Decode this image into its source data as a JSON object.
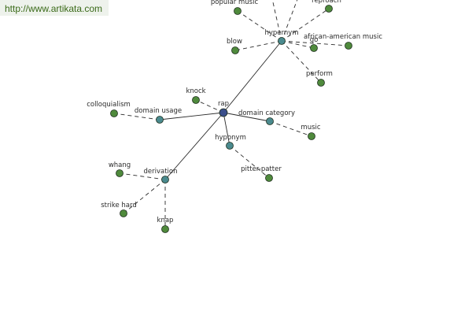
{
  "watermark": {
    "text": "http://www.artikata.com"
  },
  "graph": {
    "center": "rap",
    "nodes": [
      {
        "id": "rap",
        "label": "rap",
        "kind": "center"
      },
      {
        "id": "hypernym",
        "label": "hypernym",
        "kind": "relation"
      },
      {
        "id": "domain-usage",
        "label": "domain usage",
        "kind": "relation"
      },
      {
        "id": "domain-category",
        "label": "domain category",
        "kind": "relation"
      },
      {
        "id": "hyponym",
        "label": "hyponym",
        "kind": "relation"
      },
      {
        "id": "derivation",
        "label": "derivation",
        "kind": "relation"
      },
      {
        "id": "knock",
        "label": "knock",
        "kind": "word"
      },
      {
        "id": "popular-music",
        "label": "popular music",
        "kind": "word"
      },
      {
        "id": "reproach",
        "label": "reproach",
        "kind": "word"
      },
      {
        "id": "blow",
        "label": "blow",
        "kind": "word"
      },
      {
        "id": "go",
        "label": "go",
        "kind": "word"
      },
      {
        "id": "african-american-music",
        "label": "african-american music",
        "kind": "word"
      },
      {
        "id": "perform",
        "label": "perform",
        "kind": "word"
      },
      {
        "id": "colloquialism",
        "label": "colloquialism",
        "kind": "word"
      },
      {
        "id": "music",
        "label": "music",
        "kind": "word"
      },
      {
        "id": "pitter-patter",
        "label": "pitter-patter",
        "kind": "word"
      },
      {
        "id": "whang",
        "label": "whang",
        "kind": "word"
      },
      {
        "id": "strike-hard",
        "label": "strike hard",
        "kind": "word"
      },
      {
        "id": "knap",
        "label": "knap",
        "kind": "word"
      }
    ],
    "edges": [
      {
        "from": "rap",
        "to": "hypernym",
        "style": "solid"
      },
      {
        "from": "rap",
        "to": "domain-usage",
        "style": "solid"
      },
      {
        "from": "rap",
        "to": "domain-category",
        "style": "solid"
      },
      {
        "from": "rap",
        "to": "hyponym",
        "style": "solid"
      },
      {
        "from": "rap",
        "to": "derivation",
        "style": "solid"
      },
      {
        "from": "rap",
        "to": "knock",
        "style": "dashed"
      },
      {
        "from": "hypernym",
        "to": "popular-music",
        "style": "dashed"
      },
      {
        "from": "hypernym",
        "to": "reproach",
        "style": "dashed"
      },
      {
        "from": "hypernym",
        "to": "blow",
        "style": "dashed"
      },
      {
        "from": "hypernym",
        "to": "go",
        "style": "dashed"
      },
      {
        "from": "hypernym",
        "to": "african-american-music",
        "style": "dashed"
      },
      {
        "from": "hypernym",
        "to": "perform",
        "style": "dashed"
      },
      {
        "from": "hypernym",
        "to": "offscreen-a",
        "style": "dashed"
      },
      {
        "from": "hypernym",
        "to": "offscreen-b",
        "style": "dashed"
      },
      {
        "from": "domain-usage",
        "to": "colloquialism",
        "style": "dashed"
      },
      {
        "from": "domain-category",
        "to": "music",
        "style": "dashed"
      },
      {
        "from": "hyponym",
        "to": "pitter-patter",
        "style": "dashed"
      },
      {
        "from": "derivation",
        "to": "whang",
        "style": "dashed"
      },
      {
        "from": "derivation",
        "to": "strike-hard",
        "style": "dashed"
      },
      {
        "from": "derivation",
        "to": "knap",
        "style": "dashed"
      }
    ]
  },
  "colors": {
    "center": "#3b4f8c",
    "relation": "#4a8a8e",
    "word": "#4f8a3c",
    "stroke": "#1f2f1f",
    "edge": "#2a2a2a"
  }
}
